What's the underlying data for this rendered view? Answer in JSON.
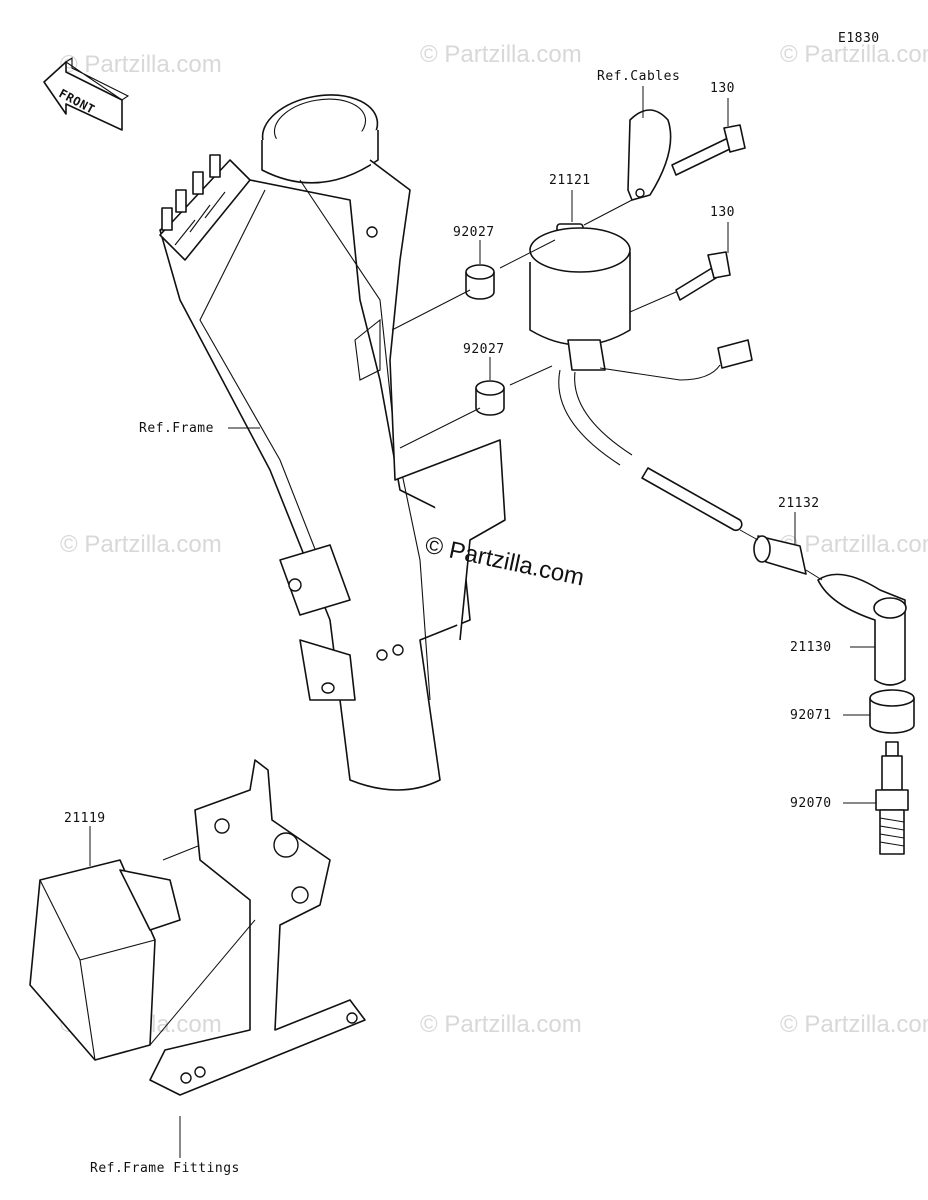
{
  "diagram_code": "E1830",
  "front_arrow_text": "FRONT",
  "watermarks": [
    "© Partzilla.com",
    "© Partzilla.com",
    "© Partzilla.com",
    "© Partzilla.com",
    "© Partzilla.com",
    "© Partzilla.com",
    "© Partzilla.com",
    "© Partzilla.com"
  ],
  "watermark_main": "© Partzilla.com",
  "labels": {
    "ref_cables": "Ref.Cables",
    "bolt_top": "130",
    "bolt_mid": "130",
    "coil": "21121",
    "collar_top": "92027",
    "collar_bottom": "92027",
    "ref_frame": "Ref.Frame",
    "cap_small": "21132",
    "plug_cap": "21130",
    "seal": "92071",
    "spark_plug": "92070",
    "igniter": "21119",
    "ref_frame_fittings": "Ref.Frame Fittings"
  }
}
